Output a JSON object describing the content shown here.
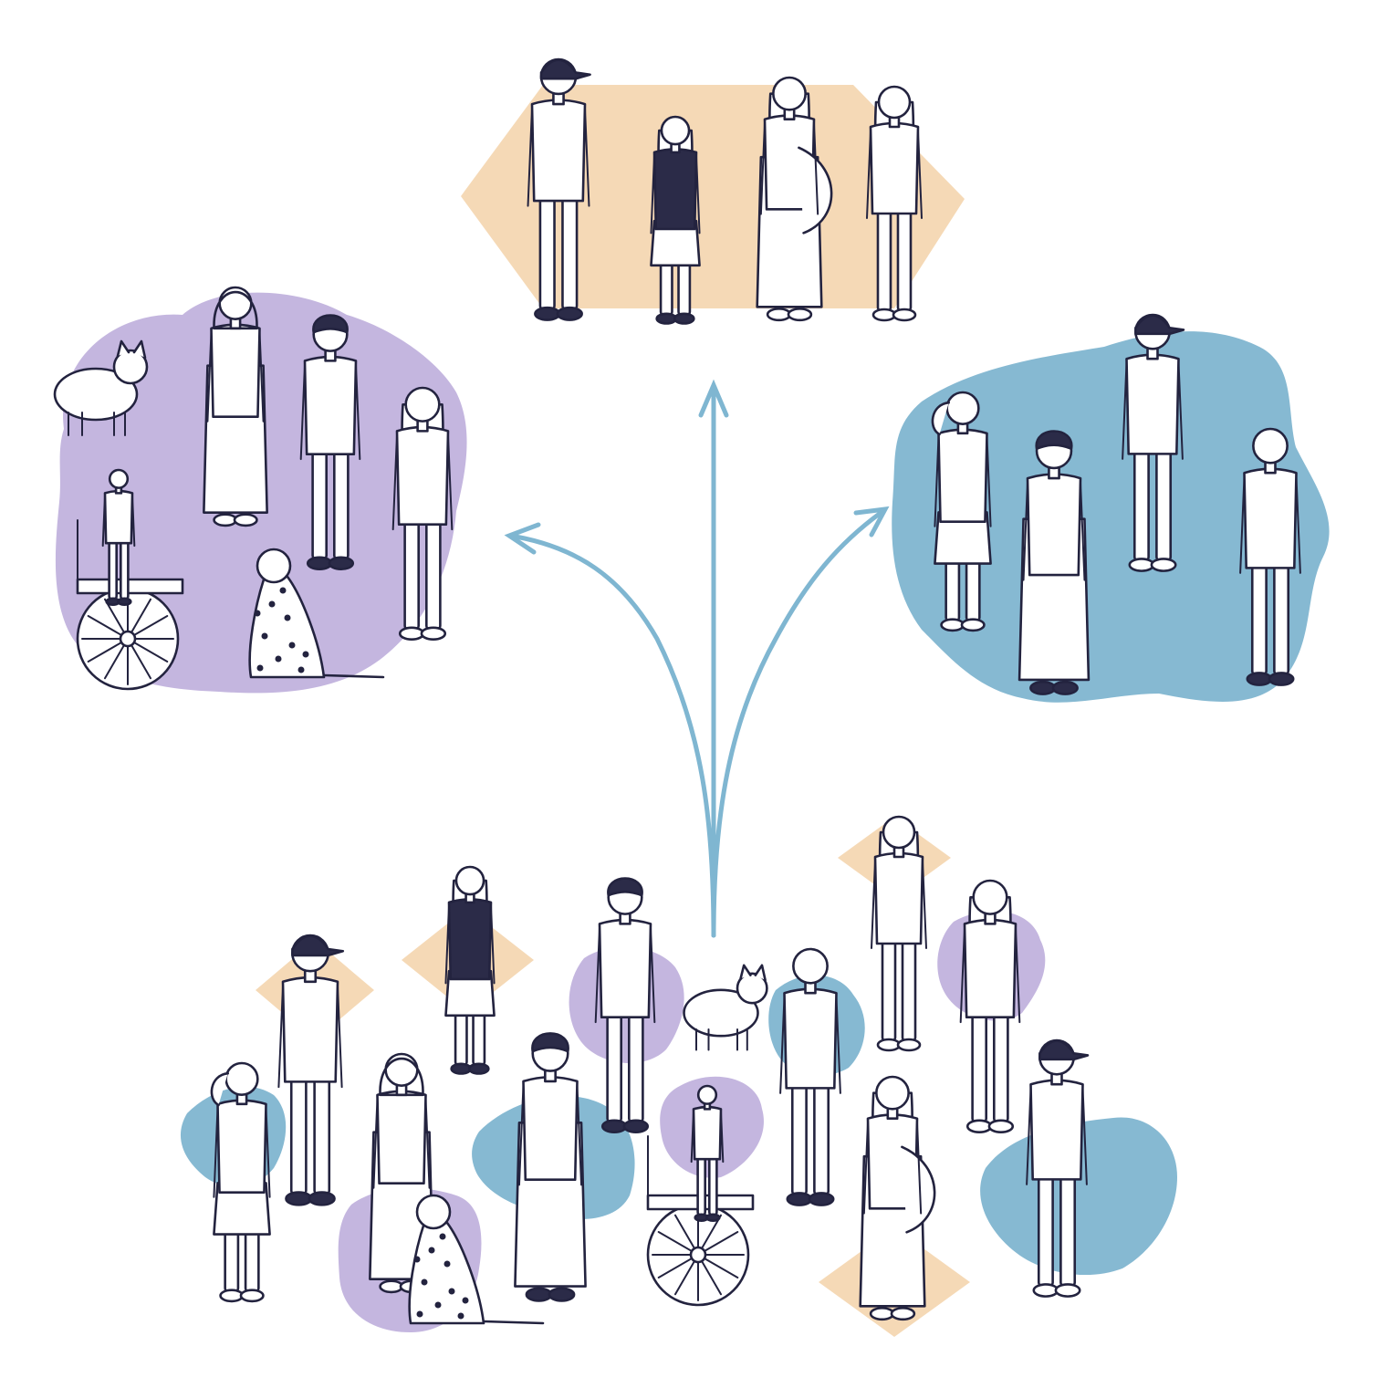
{
  "palette": {
    "background": "#ffffff",
    "ink": "#23233f",
    "peach": "#f5d9b6",
    "lavender": "#c4b6df",
    "blue": "#86b9d2",
    "arrow": "#7fb6d1"
  },
  "groups": [
    {
      "id": "top",
      "shape": "hexagon",
      "color": "peach",
      "members": 4
    },
    {
      "id": "left",
      "shape": "blob",
      "color": "lavender",
      "members": 6
    },
    {
      "id": "right",
      "shape": "blob",
      "color": "blue",
      "members": 4
    },
    {
      "id": "crowd",
      "shape": "mixed",
      "members": 14
    }
  ],
  "arrows": {
    "count": 3,
    "directions": [
      "up-left",
      "up",
      "up-right"
    ]
  }
}
